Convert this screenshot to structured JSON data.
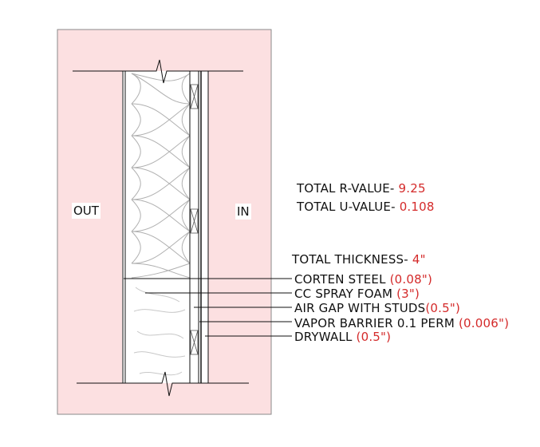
{
  "diagram": {
    "side_out": "OUT",
    "side_in": "IN",
    "totals": {
      "r_value_label": "TOTAL R-VALUE-",
      "r_value": "9.25",
      "u_value_label": "TOTAL U-VALUE-",
      "u_value": "0.108",
      "thickness_label": "TOTAL THICKNESS-",
      "thickness": "4\""
    },
    "layers": [
      {
        "name": "CORTEN STEEL",
        "thickness": "(0.08\")"
      },
      {
        "name": "CC SPRAY FOAM",
        "thickness": "(3\")"
      },
      {
        "name": "AIR GAP WITH STUDS",
        "thickness": "(0.5\")"
      },
      {
        "name": "VAPOR BARRIER 0.1 PERM",
        "thickness": "(0.006\")"
      },
      {
        "name": "DRYWALL",
        "thickness": "(0.5\")"
      }
    ],
    "colors": {
      "panel_background": "#fce0e1",
      "value_text": "#d42a2a",
      "line": "#111111"
    }
  }
}
